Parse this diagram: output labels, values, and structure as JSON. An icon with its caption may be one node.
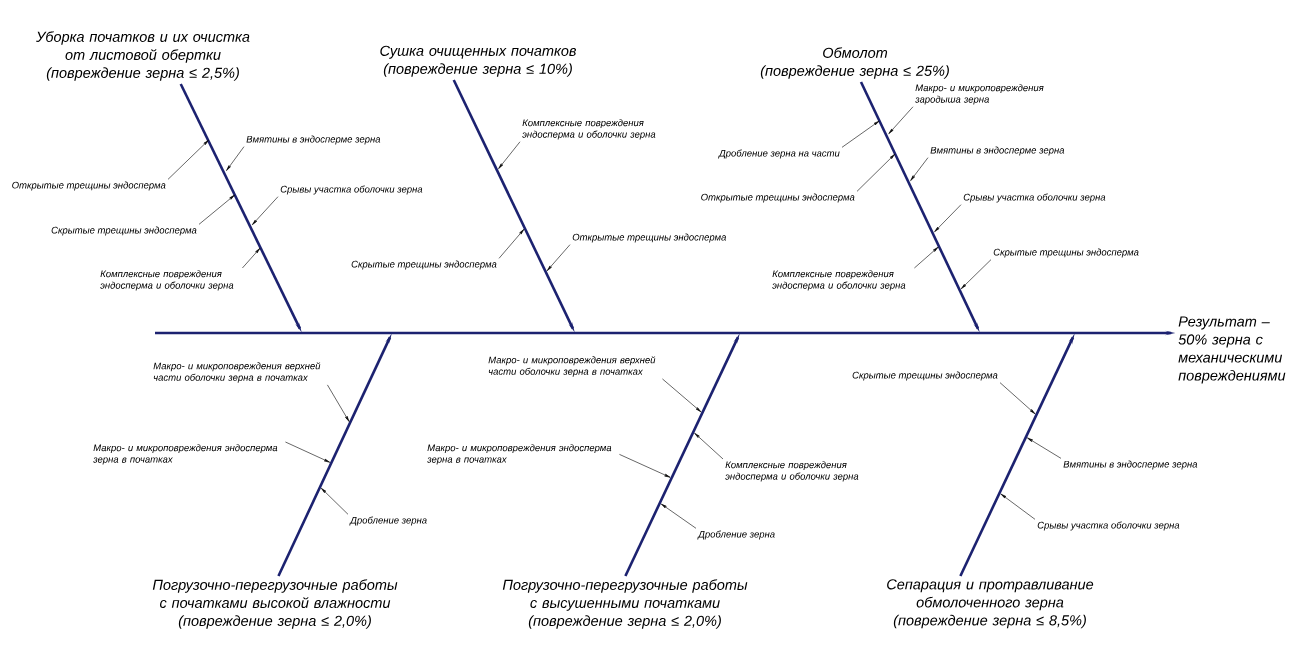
{
  "diagram": {
    "nodes": [
      {
        "text": [
          "Уборка початков и их очистка от листовой обертки",
          "(повреждение зерна ≤ 2,5%)"
        ]
      },
      {
        "text": [
          "Вмятины в эндосперме зерна"
        ]
      },
      {
        "text": [
          "Открытые трещины эндосперма"
        ]
      },
      {
        "text": [
          "Срывы участка оболочки зерна"
        ]
      },
      {
        "text": [
          "Скрытые трещины эндосперма"
        ]
      },
      {
        "text": [
          "Комплексные повреждения эндосперма и оболочки зерна"
        ]
      },
      {
        "text": [
          "Сушка очищенных початков",
          "(повреждение зерна ≤ 10%)"
        ]
      },
      {
        "text": [
          "Комплексные повреждения эндосперма и оболочки зерна"
        ]
      },
      {
        "text": [
          "Открытые трещины эндосперма"
        ]
      },
      {
        "text": [
          "Скрытые трещины эндосперма"
        ]
      },
      {
        "text": [
          "Обмолот",
          "(повреждение зерна ≤ 25%)"
        ]
      },
      {
        "text": [
          "Макро- и микроповреждения зародыша зерна"
        ]
      },
      {
        "text": [
          "Дробление зерна на части"
        ]
      },
      {
        "text": [
          "Вмятины в эндосперме зерна"
        ]
      },
      {
        "text": [
          "Открытые трещины эндосперма"
        ]
      },
      {
        "text": [
          "Срывы участка оболочки зерна"
        ]
      },
      {
        "text": [
          "Комплексные повреждения эндосперма и оболочки зерна"
        ]
      },
      {
        "text": [
          "Скрытые трещины эндосперма"
        ]
      },
      {
        "text": [
          "Результат – 50% зерна с механическими повреждениями"
        ]
      },
      {
        "text": [
          "Погрузочно-перегрузочные работы с початками высокой влажности",
          "(повреждение зерна ≤ 2,0%)"
        ]
      },
      {
        "text": [
          "Макро- и микроповреждения верхней части оболочки зерна в початках"
        ]
      },
      {
        "text": [
          "Макро- и микроповреждения эндосперма зерна в початках"
        ]
      },
      {
        "text": [
          "Дробление зерна"
        ]
      },
      {
        "text": [
          "Погрузочно-перегрузочные работы с высушенными початками",
          "(повреждение зерна ≤ 2,0%)"
        ]
      },
      {
        "text": [
          "Макро- и микроповреждения верхней части оболочки зерна в початках"
        ]
      },
      {
        "text": [
          "Макро- и микроповреждения эндосперма зерна в початках"
        ]
      },
      {
        "text": [
          "Комплексные повреждения эндосперма и оболочки зерна"
        ]
      },
      {
        "text": [
          "Дробление зерна"
        ]
      },
      {
        "text": [
          "Сепарация и протравливание обмолоченного зерна",
          "(повреждение зерна ≤ 8,5%)"
        ]
      },
      {
        "text": [
          "Скрытые трещины эндосперма"
        ]
      },
      {
        "text": [
          "Вмятины в эндосперме зерна"
        ]
      },
      {
        "text": [
          "Срывы участка оболочки зерна"
        ]
      }
    ],
    "edges": [
      {
        "from": 0,
        "to": 18,
        "arrow": "to",
        "style": "thick",
        "color": "#1c2270"
      },
      {
        "from": 6,
        "to": 18,
        "arrow": "to",
        "style": "thick",
        "color": "#1c2270"
      },
      {
        "from": 10,
        "to": 18,
        "arrow": "to",
        "style": "thick",
        "color": "#1c2270"
      },
      {
        "from": 19,
        "to": 18,
        "arrow": "to",
        "style": "thick",
        "color": "#1c2270"
      },
      {
        "from": 23,
        "to": 18,
        "arrow": "to",
        "style": "thick",
        "color": "#1c2270"
      },
      {
        "from": 28,
        "to": 18,
        "arrow": "to",
        "style": "thick",
        "color": "#1c2270"
      },
      {
        "from": 1,
        "to": null,
        "arrow": "to"
      },
      {
        "from": 2,
        "to": null,
        "arrow": "to"
      },
      {
        "from": 3,
        "to": null,
        "arrow": "to"
      },
      {
        "from": 4,
        "to": null,
        "arrow": "to"
      },
      {
        "from": 5,
        "to": null,
        "arrow": "to"
      },
      {
        "from": 7,
        "to": null,
        "arrow": "to"
      },
      {
        "from": 8,
        "to": null,
        "arrow": "to"
      },
      {
        "from": 9,
        "to": null,
        "arrow": "to"
      },
      {
        "from": 11,
        "to": null,
        "arrow": "to"
      },
      {
        "from": 12,
        "to": null,
        "arrow": "to"
      },
      {
        "from": 13,
        "to": null,
        "arrow": "to"
      },
      {
        "from": 14,
        "to": null,
        "arrow": "to"
      },
      {
        "from": 15,
        "to": null,
        "arrow": "to"
      },
      {
        "from": 16,
        "to": null,
        "arrow": "to"
      },
      {
        "from": 17,
        "to": null,
        "arrow": "to"
      },
      {
        "from": 20,
        "to": null,
        "arrow": "to"
      },
      {
        "from": 21,
        "to": null,
        "arrow": "to"
      },
      {
        "from": 22,
        "to": null,
        "arrow": "to"
      },
      {
        "from": 24,
        "to": null,
        "arrow": "to"
      },
      {
        "from": 25,
        "to": null,
        "arrow": "to"
      },
      {
        "from": 26,
        "to": null,
        "arrow": "to"
      },
      {
        "from": 27,
        "to": null,
        "arrow": "to"
      },
      {
        "from": 29,
        "to": null,
        "arrow": "to"
      },
      {
        "from": 30,
        "to": null,
        "arrow": "to"
      },
      {
        "from": 31,
        "to": null,
        "arrow": "to"
      }
    ]
  }
}
